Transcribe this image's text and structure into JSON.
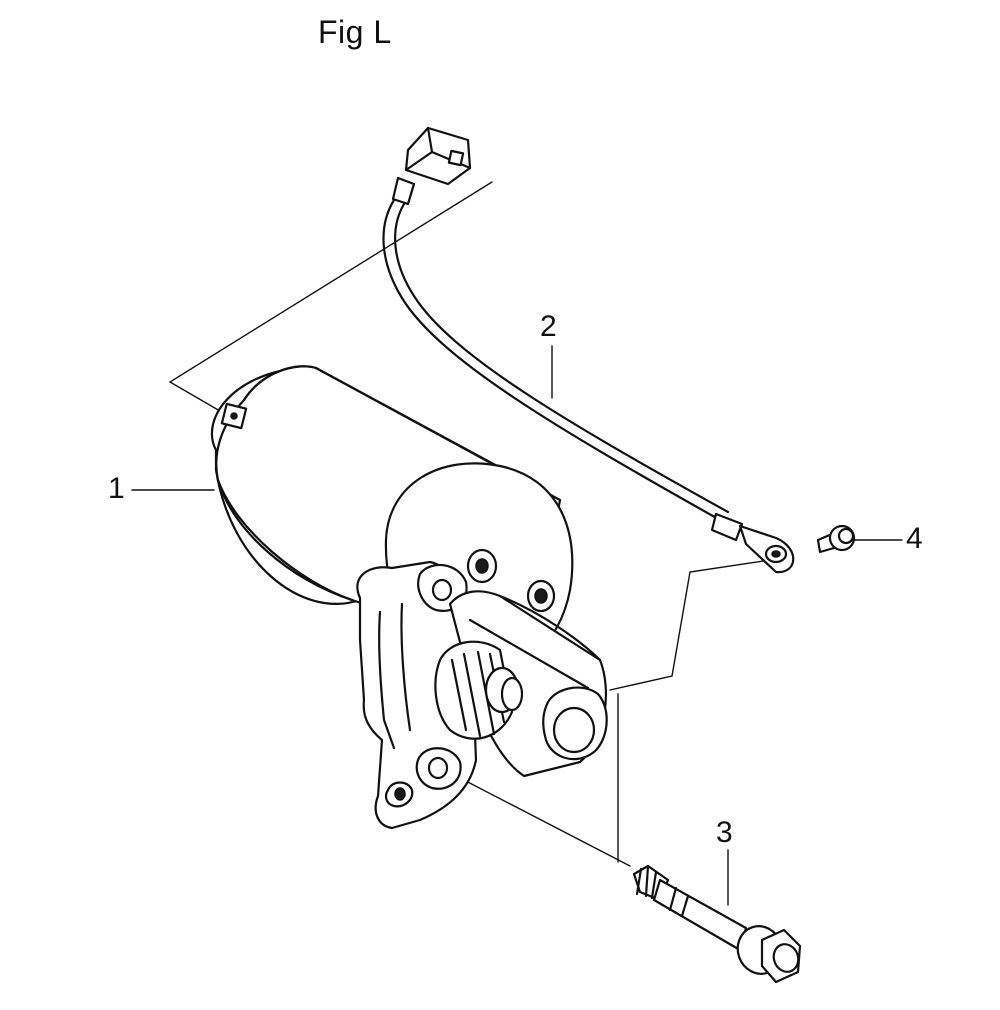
{
  "figure": {
    "title": "Fig L"
  },
  "callouts": {
    "part_1": "1",
    "part_2": "2",
    "part_3": "3",
    "part_4": "4"
  }
}
